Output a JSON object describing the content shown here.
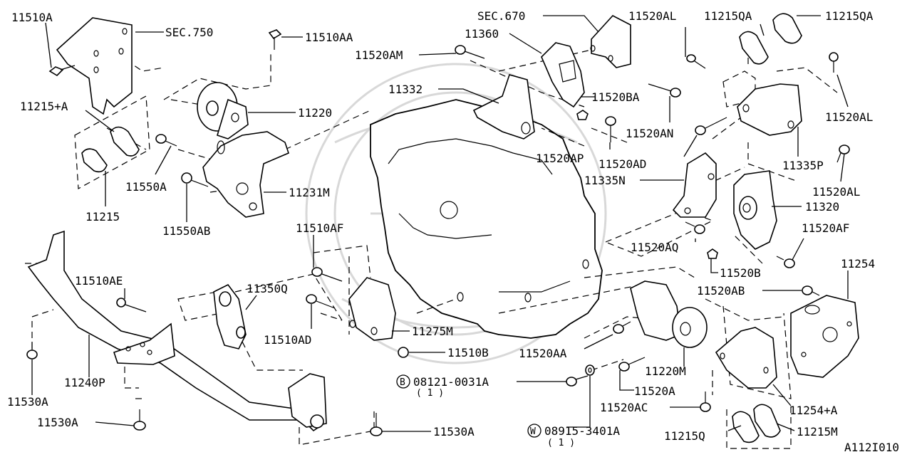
{
  "diagram": {
    "footer_code": "A112I010",
    "labels": {
      "p11510A": "11510A",
      "sec750": "SEC.750",
      "p11510AA": "11510AA",
      "p11215plusA": "11215+A",
      "p11220": "11220",
      "p11550A": "11550A",
      "p11215": "11215",
      "p11231M": "11231M",
      "p11550AB": "11550AB",
      "sec670": "SEC.670",
      "p11360": "11360",
      "p11520AM": "11520AM",
      "p11332": "11332",
      "p11520BA": "11520BA",
      "p11520AN": "11520AN",
      "p11520AP": "11520AP",
      "p11520AD": "11520AD",
      "p11520AL_top": "11520AL",
      "p11215QA_left": "11215QA",
      "p11215QA_right": "11215QA",
      "p11520AL_right": "11520AL",
      "p11335P": "11335P",
      "p11520AL_mid": "11520AL",
      "p11335N": "11335N",
      "p11320": "11320",
      "p11520AF_right": "11520AF",
      "p11520AQ": "11520AQ",
      "p11520B": "11520B",
      "p11510AF": "11510AF",
      "p11510AE": "11510AE",
      "p11350Q": "11350Q",
      "p11510AD": "11510AD",
      "p11275M": "11275M",
      "p11510B": "11510B",
      "p11254": "11254",
      "p11520AB": "11520AB",
      "p11520AA": "11520AA",
      "p11220M": "11220M",
      "p11240P": "11240P",
      "p11530A_left": "11530A",
      "p11530A_bottom": "11530A",
      "p11530A_center": "11530A",
      "p08121": "08121-0031A",
      "p08121_qty": "( 1 )",
      "p08121_prefix": "B",
      "p11520A": "11520A",
      "p11520AC": "11520AC",
      "p11254plusA": "11254+A",
      "p08915": "08915-3401A",
      "p08915_qty": "( 1 )",
      "p08915_prefix": "W",
      "p11215Q": "11215Q",
      "p11215M": "11215M"
    }
  }
}
